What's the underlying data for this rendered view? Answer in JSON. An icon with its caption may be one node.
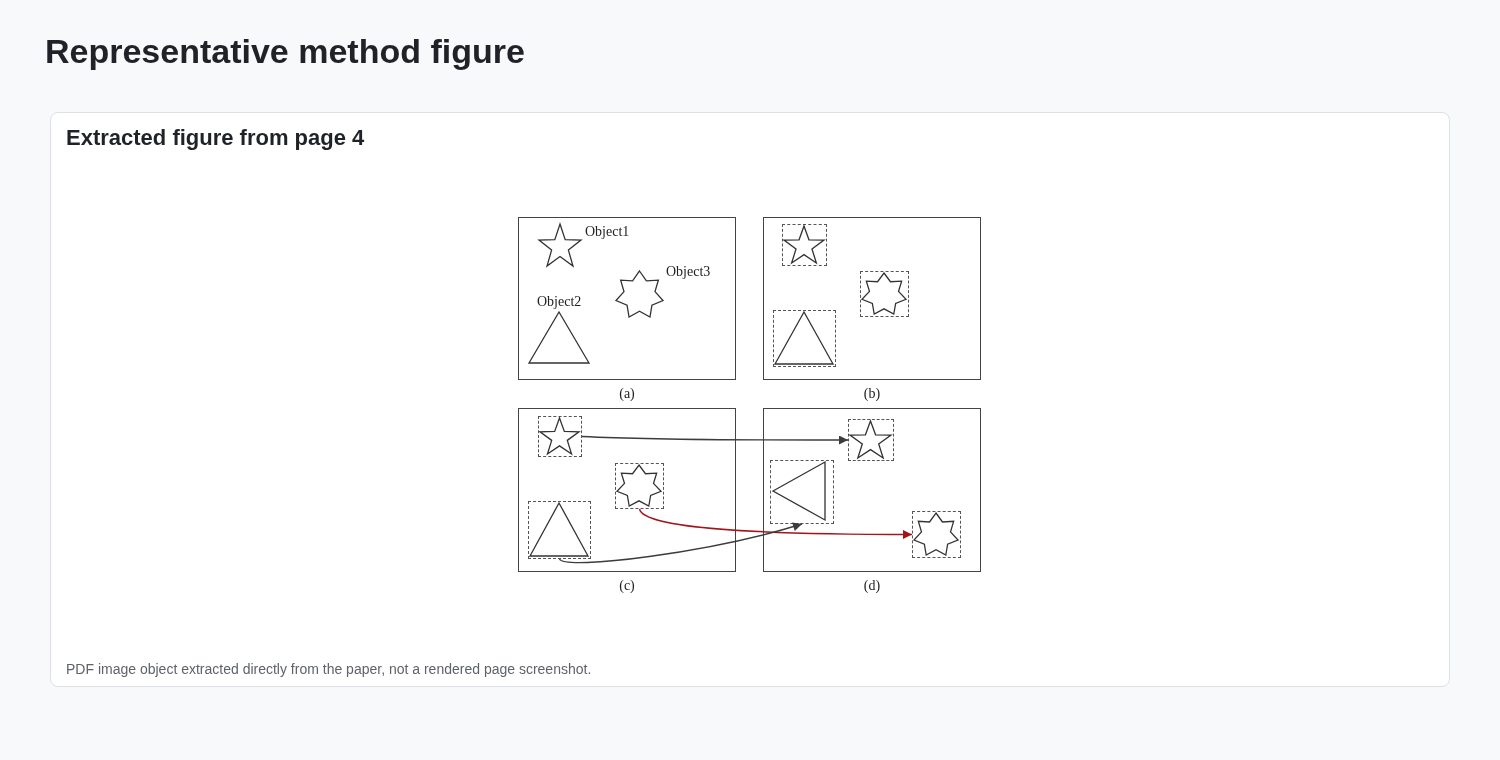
{
  "diagram": {
    "title": "Representative method figure",
    "caption": "PDF image object extracted directly from the paper, not a rendered page screenshot.",
    "nodes": [
      {
        "text": [
          "Extracted figure from page 4"
        ]
      },
      {
        "text": [],
        "shape": "box",
        "in": 0,
        "beside": [
          "(a)"
        ]
      },
      {
        "text": [],
        "shape": "star",
        "in": 1,
        "beside": [
          "Object1"
        ]
      },
      {
        "text": [],
        "shape": "star",
        "in": 1,
        "beside": [
          "Object3"
        ]
      },
      {
        "text": [],
        "shape": "triangle",
        "in": 1,
        "beside": [
          "Object2"
        ]
      },
      {
        "text": [],
        "shape": "box",
        "in": 0,
        "beside": [
          "(b)"
        ]
      },
      {
        "text": [],
        "shape": "box",
        "in": 5
      },
      {
        "text": [],
        "shape": "star",
        "in": 6
      },
      {
        "text": [],
        "shape": "box",
        "in": 5
      },
      {
        "text": [],
        "shape": "star",
        "in": 8
      },
      {
        "text": [],
        "shape": "box",
        "in": 5
      },
      {
        "text": [],
        "shape": "triangle",
        "in": 10
      },
      {
        "text": [],
        "shape": "box",
        "in": 0,
        "beside": [
          "(c)"
        ]
      },
      {
        "text": [],
        "shape": "box",
        "in": 12
      },
      {
        "text": [],
        "shape": "star",
        "in": 13
      },
      {
        "text": [],
        "shape": "box",
        "in": 12
      },
      {
        "text": [],
        "shape": "star",
        "in": 15
      },
      {
        "text": [],
        "shape": "box",
        "in": 12
      },
      {
        "text": [],
        "shape": "triangle",
        "in": 17
      },
      {
        "text": [],
        "shape": "box",
        "in": 0,
        "beside": [
          "(d)"
        ]
      },
      {
        "text": [],
        "shape": "box",
        "in": 19
      },
      {
        "text": [],
        "shape": "star",
        "in": 20
      },
      {
        "text": [],
        "shape": "box",
        "in": 19
      },
      {
        "text": [],
        "shape": "triangle",
        "in": 22
      },
      {
        "text": [],
        "shape": "box",
        "in": 19
      },
      {
        "text": [],
        "shape": "star",
        "in": 24
      }
    ],
    "edges": [
      {
        "from": 13,
        "to": 20,
        "arrow": "to"
      },
      {
        "from": 15,
        "to": 24,
        "arrow": "to",
        "color": "#a3141b"
      },
      {
        "from": 17,
        "to": 22,
        "arrow": "to"
      }
    ]
  }
}
